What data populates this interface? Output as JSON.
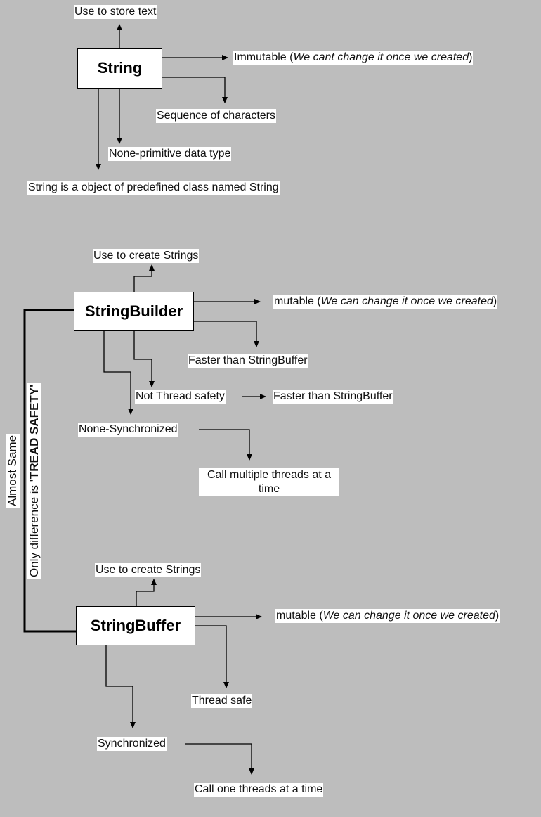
{
  "string_section": {
    "box": "String",
    "use": "Use to store text",
    "immutable_main": "Immutable (",
    "immutable_italic": "We cant change it once we created",
    "immutable_close": ")",
    "sequence": "Sequence of characters",
    "nonprimitive": "None-primitive data type",
    "object": "String is a object of predefined class named String"
  },
  "builder_section": {
    "box": "StringBuilder",
    "use": "Use to create Strings",
    "mutable_main": "mutable (",
    "mutable_italic": "We can change it once we created",
    "mutable_close": ")",
    "faster": "Faster than StringBuffer",
    "not_thread_safety": "Not Thread safety",
    "faster2": "Faster than StringBuffer",
    "none_sync": "None-Synchronized",
    "call_multiple": "Call multiple threads at a time"
  },
  "buffer_section": {
    "box": "StringBuffer",
    "use": "Use to create Strings",
    "mutable_main": "mutable (",
    "mutable_italic": "We can change it once we created",
    "mutable_close": ")",
    "thread_safe": "Thread safe",
    "sync": "Synchronized",
    "call_one": "Call one threads at a time"
  },
  "bracket": {
    "almost_same": "Almost Same",
    "only_diff_prefix": "Only difference is ",
    "only_diff_bold": "'TREAD SAFETY'"
  }
}
